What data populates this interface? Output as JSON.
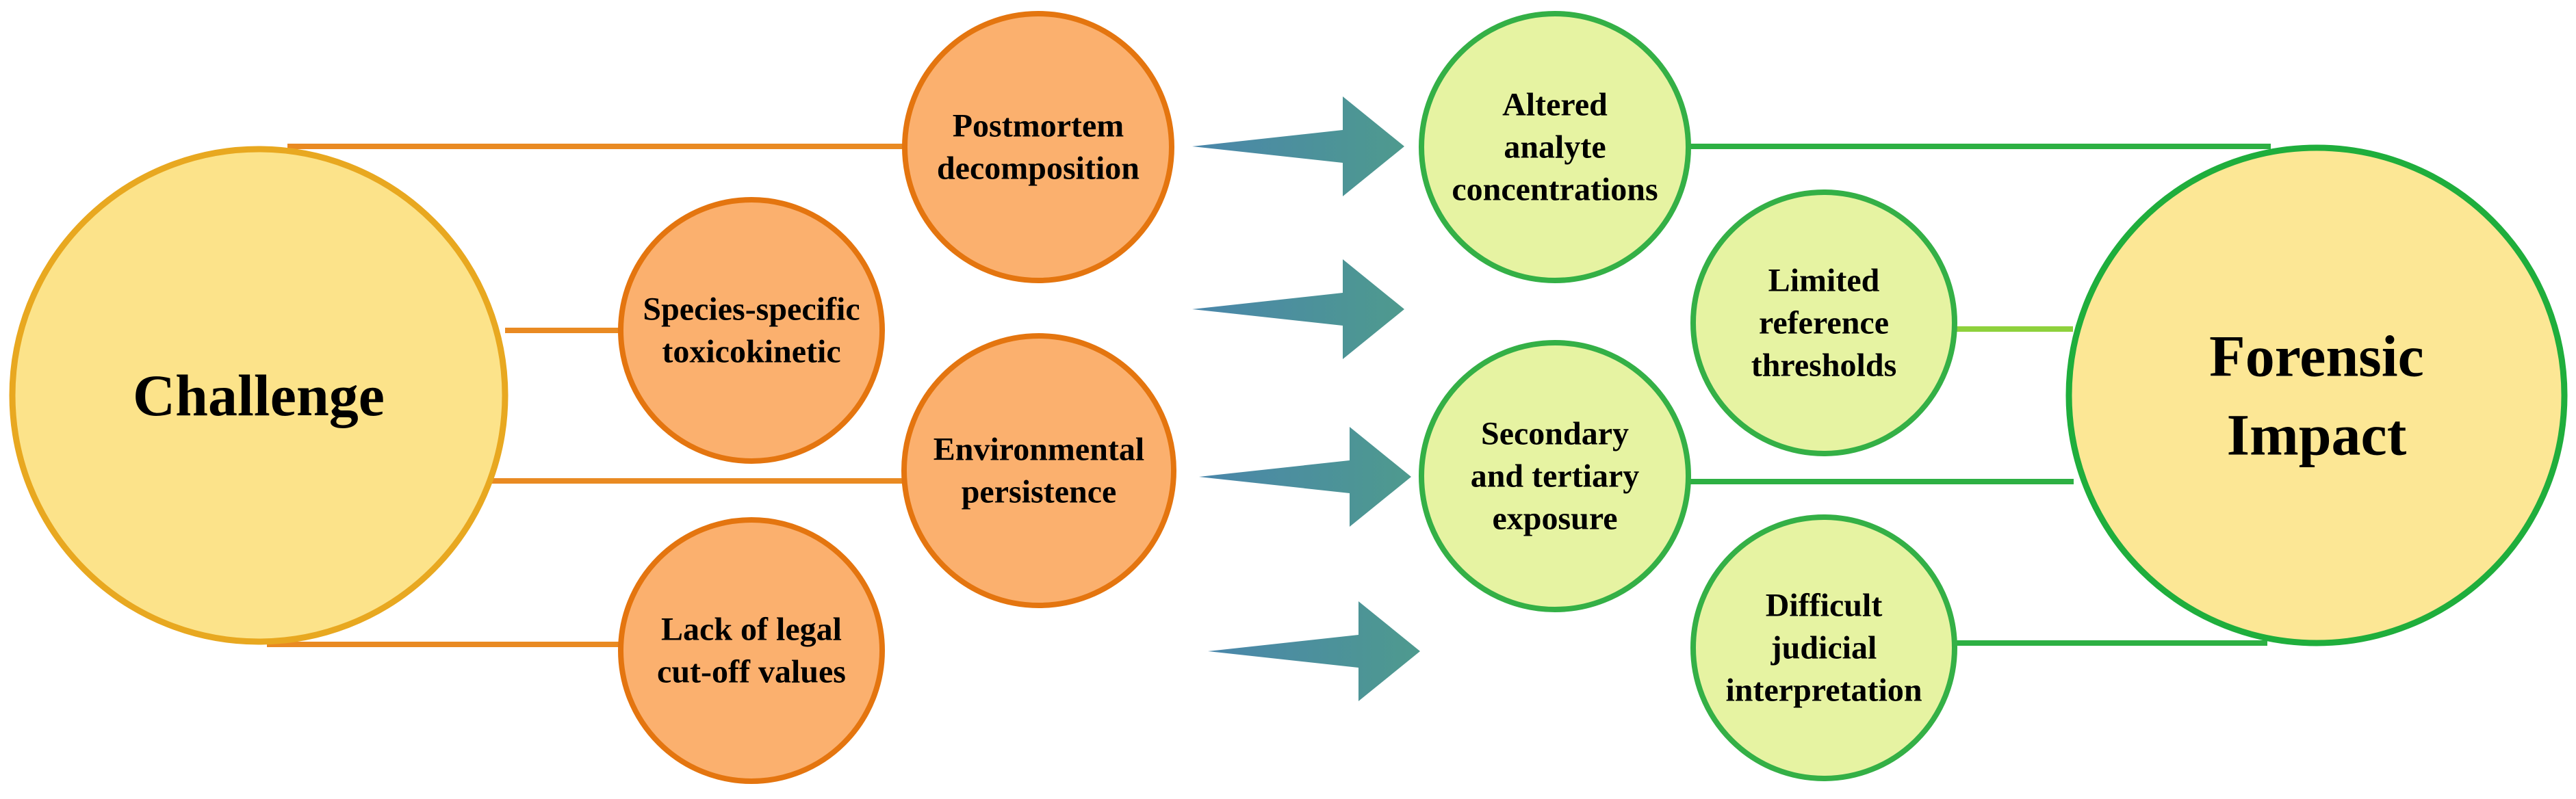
{
  "colors": {
    "challenge_fill": "#FCE38A",
    "challenge_stroke": "#E8A820",
    "challenge_node_fill": "#FBB06E",
    "challenge_node_stroke": "#E4750F",
    "challenge_line": "#E98A22",
    "impact_fill": "#FCE795",
    "impact_stroke": "#1FAE3C",
    "impact_node_fill": "#E6F3A2",
    "impact_node_stroke": "#34B046",
    "impact_line": "#2DB043",
    "impact_line_light": "#8ED13C",
    "arrow_left": "#4A86AB",
    "arrow_right": "#4E9A8E"
  },
  "challenge": {
    "label": "Challenge"
  },
  "impact": {
    "label_lines": [
      "Forensic",
      "Impact"
    ]
  },
  "challenge_nodes": [
    {
      "id": "postmortem",
      "lines": [
        "Postmortem",
        "decomposition"
      ]
    },
    {
      "id": "species",
      "lines": [
        "Species-specific",
        "toxicokinetic"
      ]
    },
    {
      "id": "environmental",
      "lines": [
        "Environmental",
        "persistence"
      ]
    },
    {
      "id": "legal",
      "lines": [
        "Lack of legal",
        "cut-off values"
      ]
    }
  ],
  "impact_nodes": [
    {
      "id": "altered",
      "lines": [
        "Altered",
        "analyte",
        "concentrations"
      ]
    },
    {
      "id": "limited",
      "lines": [
        "Limited",
        "reference",
        "thresholds"
      ]
    },
    {
      "id": "secondary",
      "lines": [
        "Secondary",
        "and tertiary",
        "exposure"
      ]
    },
    {
      "id": "difficult",
      "lines": [
        "Difficult",
        "judicial",
        "interpretation"
      ]
    }
  ],
  "arrows": [
    {
      "id": "postmortem-to-altered",
      "icon": "arrow-right-icon"
    },
    {
      "id": "species-to-limited",
      "icon": "arrow-right-icon"
    },
    {
      "id": "environmental-to-secondary",
      "icon": "arrow-right-icon"
    },
    {
      "id": "legal-to-difficult",
      "icon": "arrow-right-icon"
    }
  ]
}
